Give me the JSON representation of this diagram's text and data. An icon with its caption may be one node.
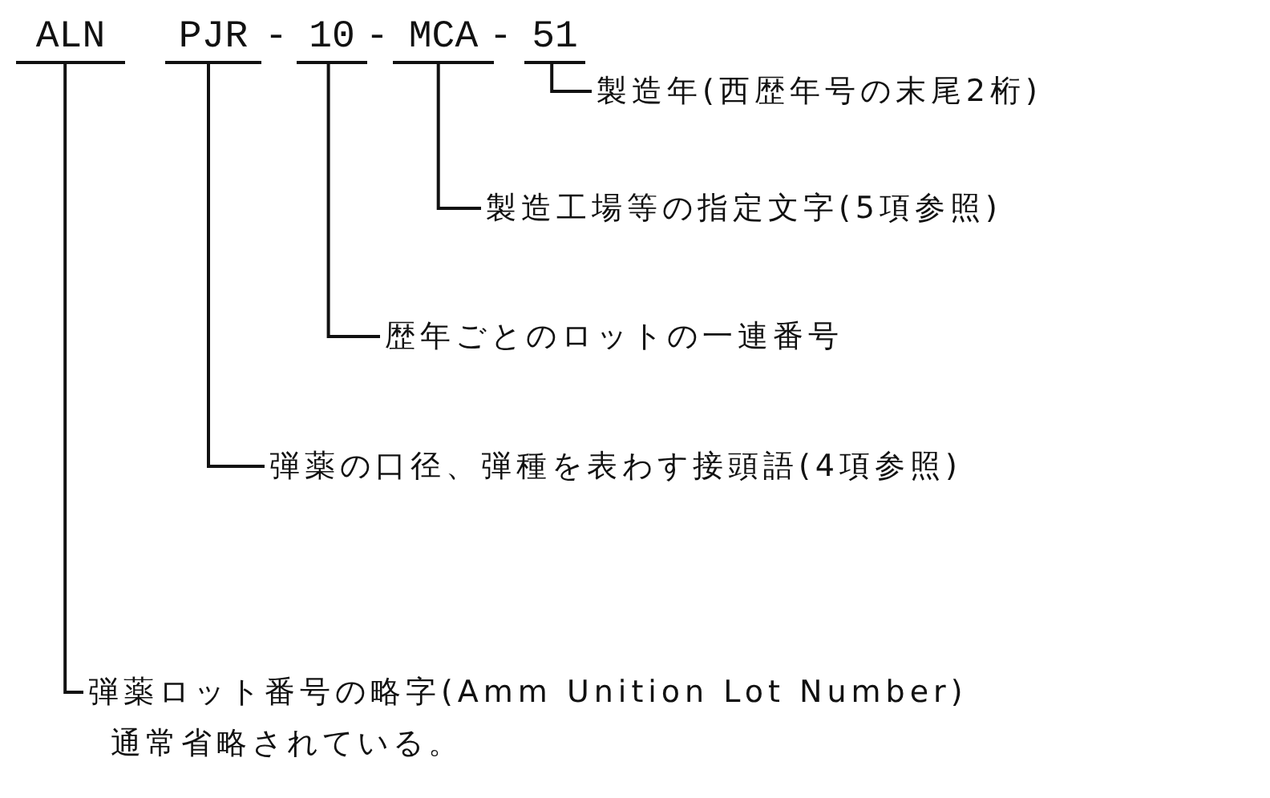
{
  "diagram": {
    "nodes": [
      {
        "text": [
          "ALN"
        ]
      },
      {
        "text": [
          "PJR"
        ]
      },
      {
        "text": [
          "10"
        ]
      },
      {
        "text": [
          "MCA"
        ]
      },
      {
        "text": [
          "51"
        ]
      },
      {
        "text": [
          "製造年(西歴年号の末尾2桁)"
        ]
      },
      {
        "text": [
          "製造工場等の指定文字(5項参照)"
        ]
      },
      {
        "text": [
          "歴年ごとのロットの一連番号"
        ]
      },
      {
        "text": [
          "弾薬の口径、弾種を表わす接頭語(4項参照)"
        ]
      },
      {
        "text": [
          "弾薬ロット番号の略字(Amm Unition Lot Number)",
          "通常省略されている。"
        ]
      }
    ],
    "edges": [
      {
        "from": 4,
        "to": 5,
        "arrow": "none"
      },
      {
        "from": 3,
        "to": 6,
        "arrow": "none"
      },
      {
        "from": 2,
        "to": 7,
        "arrow": "none"
      },
      {
        "from": 1,
        "to": 8,
        "arrow": "none"
      },
      {
        "from": 0,
        "to": 9,
        "arrow": "none"
      }
    ],
    "labels": [
      "-",
      "-",
      "-"
    ]
  }
}
